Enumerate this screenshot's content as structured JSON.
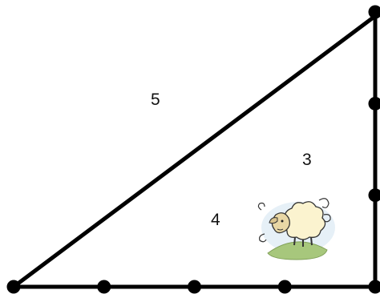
{
  "triangle": {
    "hypotenuse_label": "5",
    "vertical_side_label": "3",
    "horizontal_side_label": "4",
    "horizontal_side_dots": 5,
    "vertical_side_dots": 4,
    "stroke_color": "#000000"
  },
  "illustration": {
    "icon": "sheep-icon",
    "ground_color": "#a7c77c"
  }
}
